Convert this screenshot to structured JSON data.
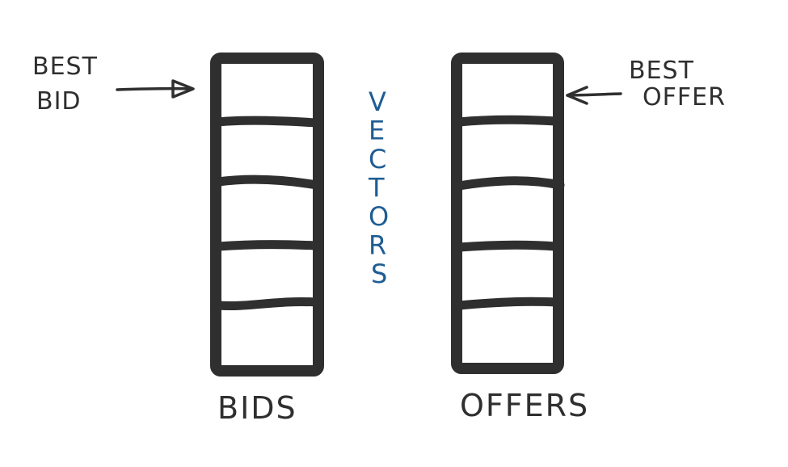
{
  "annotations": {
    "best_bid": [
      "BEST",
      "BID"
    ],
    "best_offer": [
      "BEST",
      "OFFER"
    ],
    "vectors": "VECTORS"
  },
  "columns": {
    "bids": "BIDS",
    "offers": "OFFERS"
  },
  "colors": {
    "ink": "#2f2f2f",
    "blue": "#1f5d94",
    "background": "#ffffff"
  }
}
